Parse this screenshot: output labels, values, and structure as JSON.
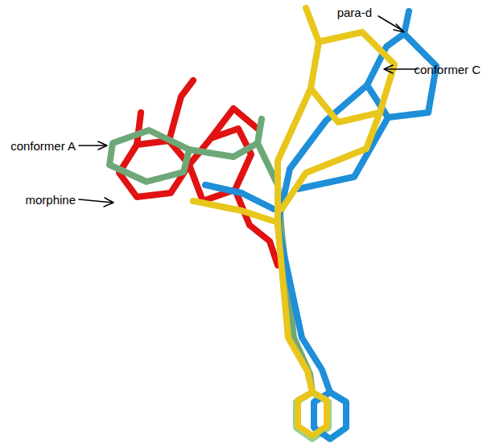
{
  "diagram": {
    "labels": [
      "para-d",
      "conformer C",
      "conformer A",
      "morphine"
    ]
  }
}
